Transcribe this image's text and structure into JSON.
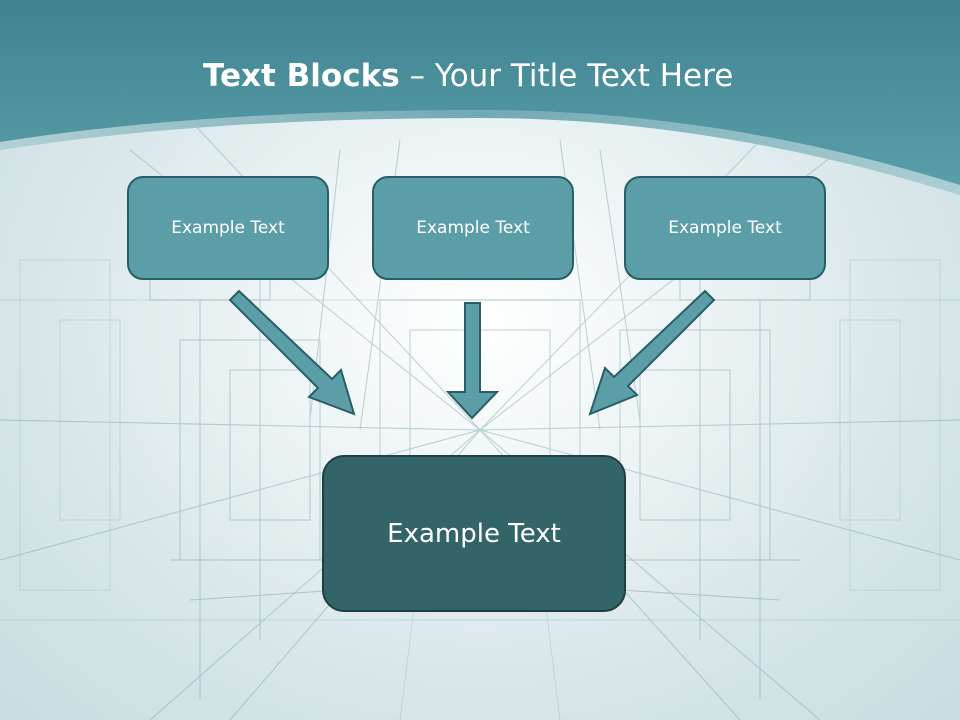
{
  "title": {
    "bold": "Text Blocks",
    "dash": " – ",
    "regular": "Your Title Text Here"
  },
  "blocks": {
    "left": "Example Text",
    "center": "Example Text",
    "right": "Example Text",
    "main": "Example Text"
  },
  "colors": {
    "header": "#4e929d",
    "box_fill": "#5b9ea8",
    "box_border": "#2a5e66",
    "main_fill": "#336568",
    "arrow_fill": "#5b9ea8",
    "arrow_stroke": "#2a5e66"
  }
}
